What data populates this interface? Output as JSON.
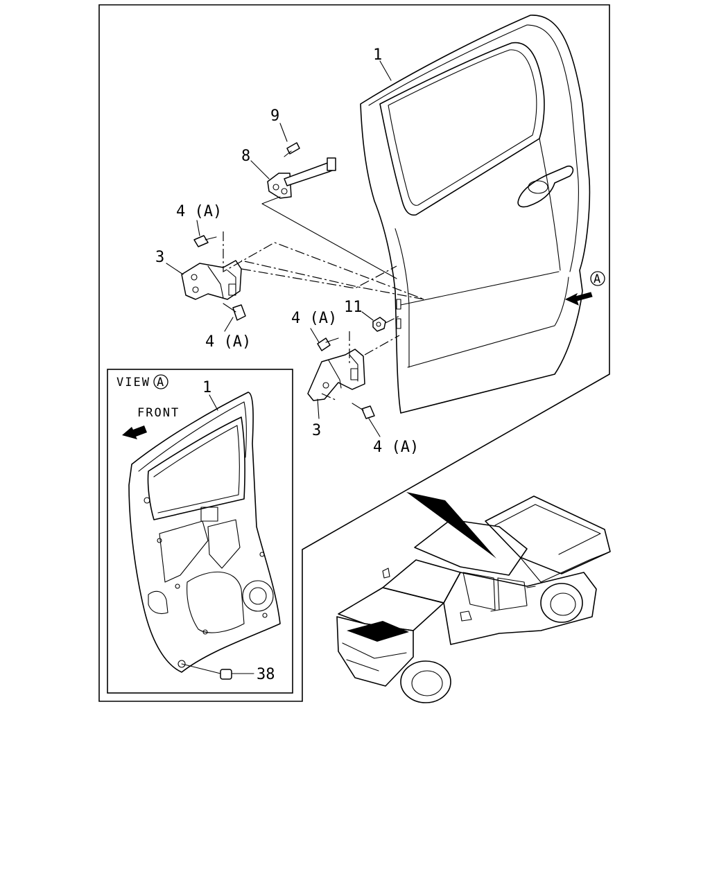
{
  "callouts": {
    "door_main": "1",
    "check_bolt": "9",
    "door_check": "8",
    "upper_hinge_bolt_top": "4 (A)",
    "upper_hinge": "3",
    "upper_hinge_bolt_bottom": "4 (A)",
    "nut": "11",
    "lower_hinge_bolt_top": "4 (A)",
    "lower_hinge": "3",
    "lower_hinge_bolt_bottom": "4 (A)",
    "view_door": "1",
    "plug": "38"
  },
  "view_a_marker": "A",
  "inset": {
    "view_label": "VIEW",
    "view_marker": "A",
    "front_label": "FRONT"
  }
}
